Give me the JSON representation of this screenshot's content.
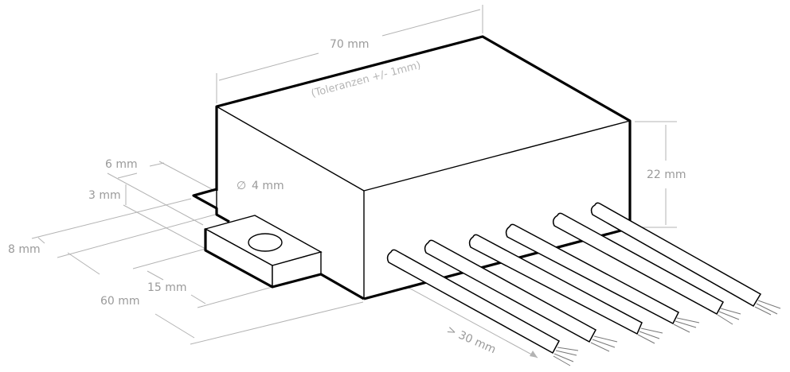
{
  "figure": {
    "type": "isometric technical dimension drawing",
    "subject": "rectangular module housing with mounting tab and six flying lead wires"
  },
  "dimensions": {
    "length": "70 mm",
    "tolerance": "(Toleranzen +/- 1mm)",
    "height": "22 mm",
    "tab_offset": "6 mm",
    "tab_step": "3 mm",
    "tab_thickness": "8 mm",
    "hole_diameter": "4 mm",
    "tab_length": "15 mm",
    "width": "60 mm",
    "wire_length": "> 30 mm"
  },
  "symbols": {
    "diameter": "∅"
  },
  "wires": {
    "count": 6
  },
  "colors": {
    "outline": "#000000",
    "dimension_lines": "#b3b3b3",
    "dimension_text": "#9a9a9a",
    "background": "#ffffff"
  }
}
